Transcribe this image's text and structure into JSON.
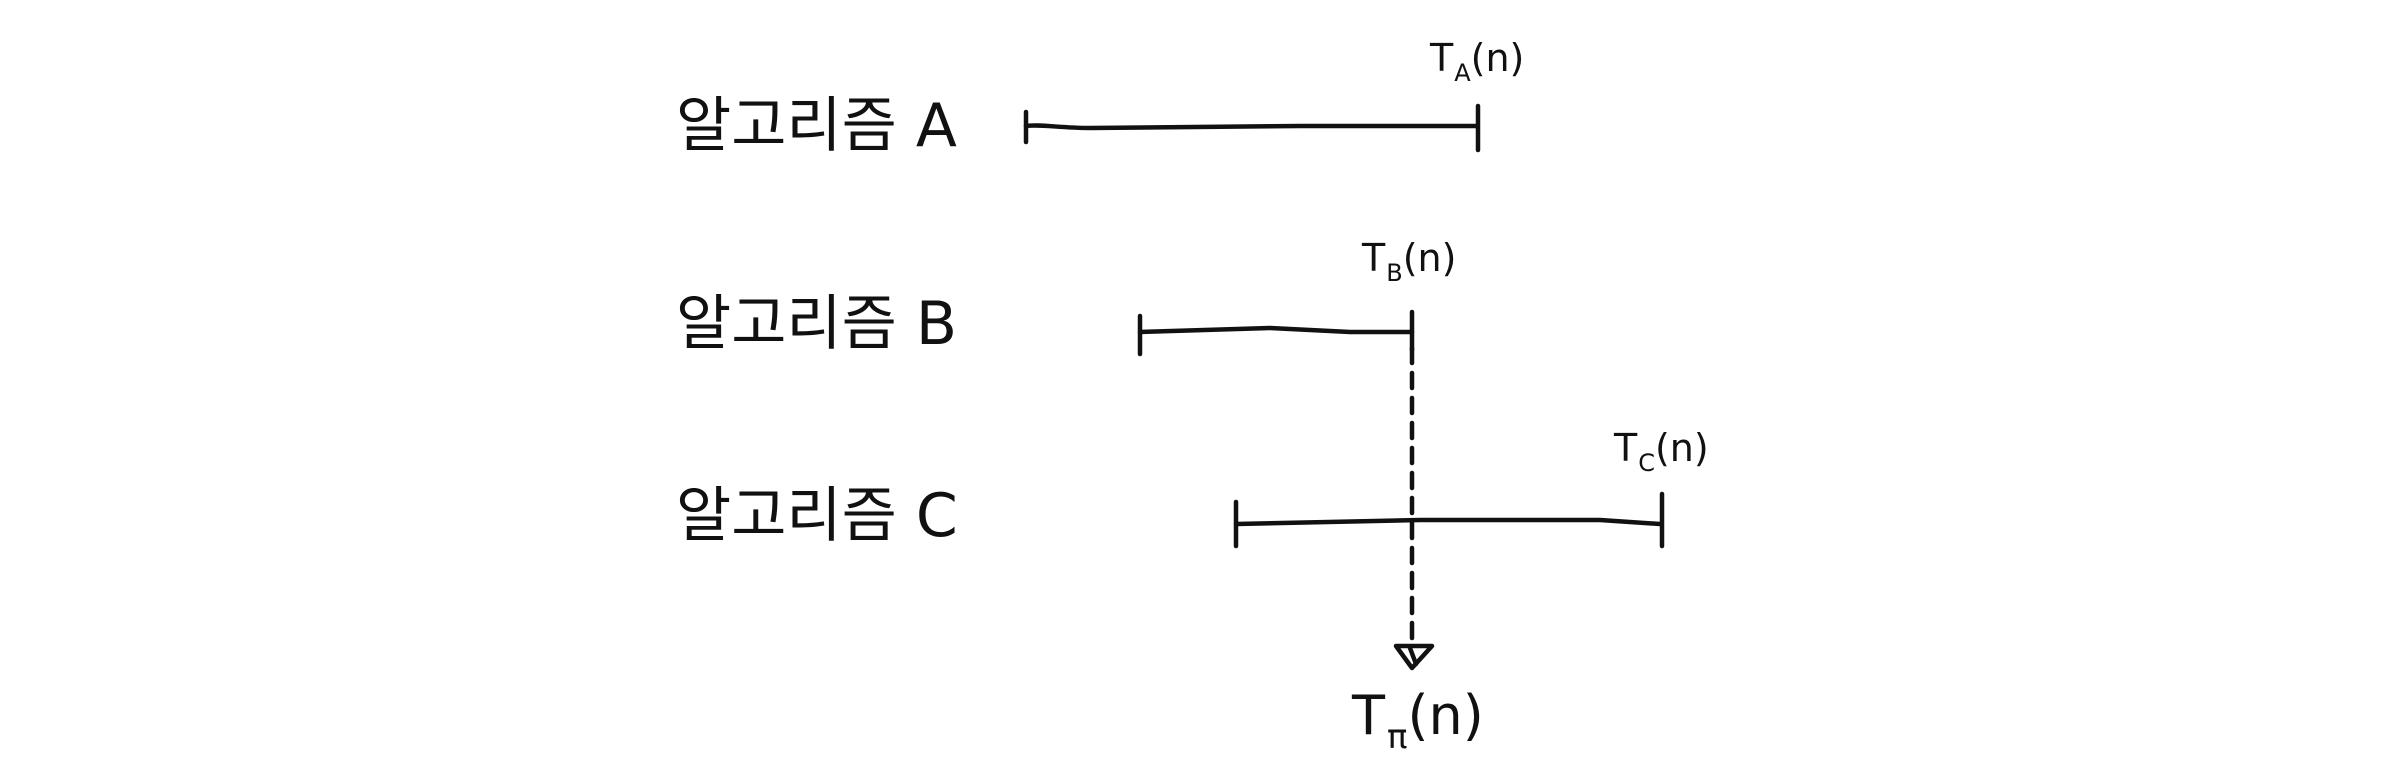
{
  "algorithms": [
    {
      "label": "알고리즘 A",
      "time_symbol": "T",
      "time_sub": "A",
      "time_arg": "(n)"
    },
    {
      "label": "알고리즘 B",
      "time_symbol": "T",
      "time_sub": "B",
      "time_arg": "(n)"
    },
    {
      "label": "알고리즘 C",
      "time_symbol": "T",
      "time_sub": "C",
      "time_arg": "(n)"
    }
  ],
  "result": {
    "time_symbol": "T",
    "time_sub": "π",
    "time_arg": "(n)"
  },
  "colors": {
    "ink": "#111111",
    "background": "#ffffff"
  }
}
